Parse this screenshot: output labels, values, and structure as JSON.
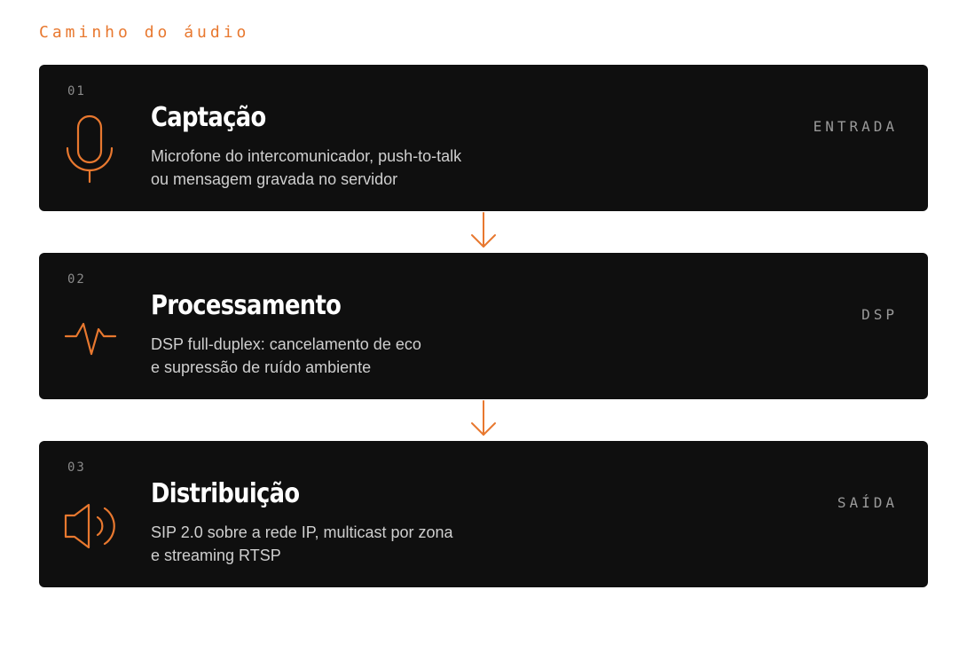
{
  "header": {
    "title": "Caminho do áudio"
  },
  "accent_color": "#e8782f",
  "stages": [
    {
      "number": "01",
      "icon": "microphone-icon",
      "title": "Captação",
      "description_lines": [
        "Microfone do intercomunicador, push-to-talk",
        "ou mensagem gravada no servidor"
      ],
      "tag": "ENTRADA"
    },
    {
      "number": "02",
      "icon": "waveform-icon",
      "title": "Processamento",
      "description_lines": [
        "DSP full-duplex: cancelamento de eco",
        "e supressão de ruído ambiente"
      ],
      "tag": "DSP"
    },
    {
      "number": "03",
      "icon": "speaker-icon",
      "title": "Distribuição",
      "description_lines": [
        "SIP 2.0 sobre a rede IP, multicast por zona",
        "e streaming RTSP"
      ],
      "tag": "SAÍDA"
    }
  ]
}
